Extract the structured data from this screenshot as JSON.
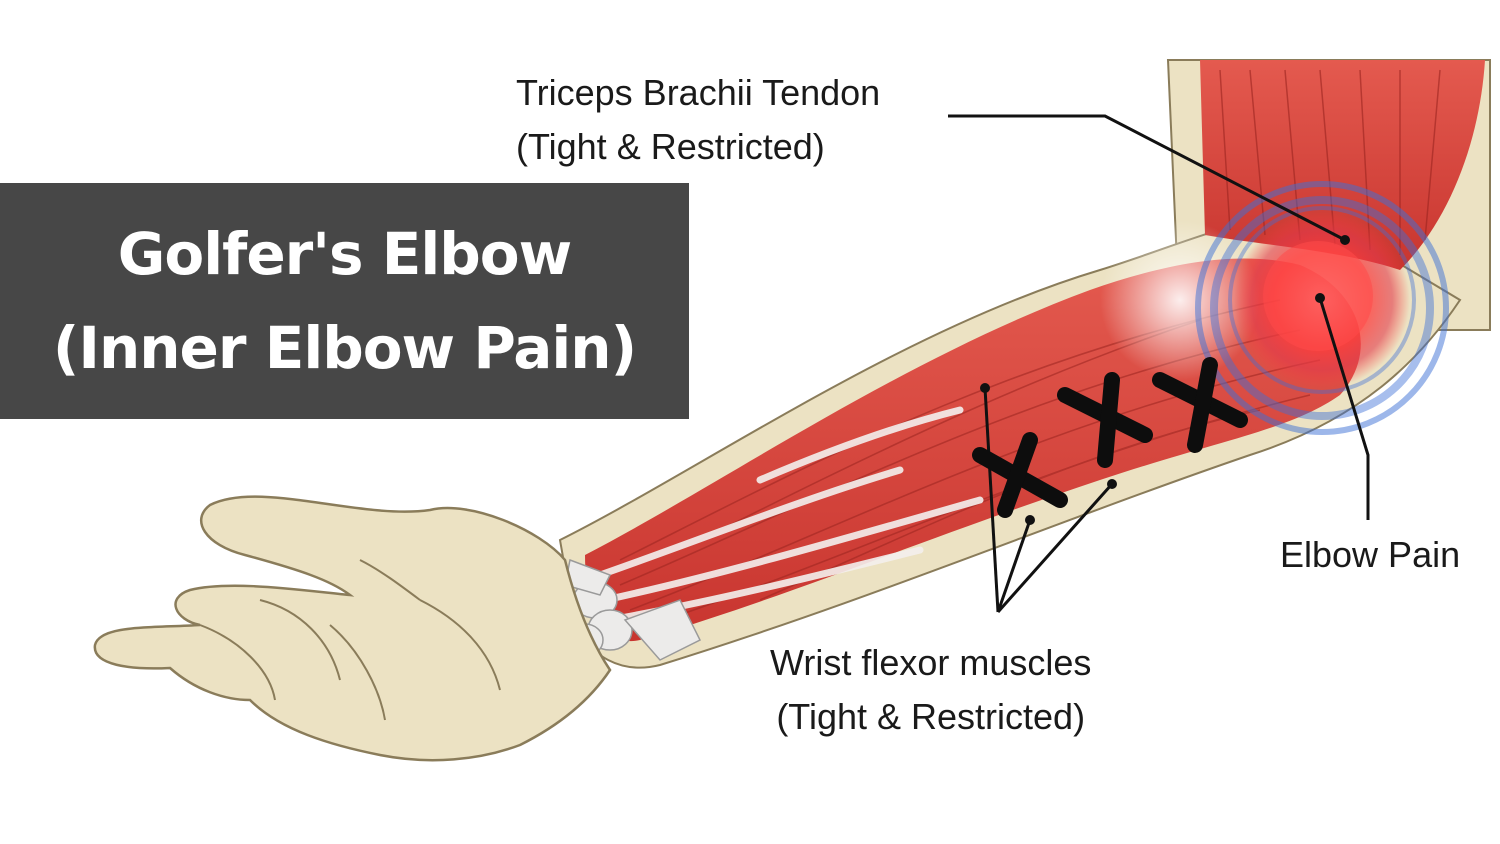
{
  "title": {
    "line1": "Golfer's Elbow",
    "line2": "(Inner Elbow Pain)"
  },
  "labels": {
    "triceps": {
      "line1": "Triceps Brachii Tendon",
      "line2": "(Tight & Restricted)"
    },
    "elbow_pain": "Elbow Pain",
    "wrist_flexors": {
      "line1": "Wrist flexor muscles",
      "line2": "(Tight & Restricted)"
    }
  },
  "marks": [
    "X",
    "X",
    "X"
  ],
  "colors": {
    "title_bg": "#474747",
    "muscle": "#d9463f",
    "skin": "#ece2c3",
    "pain_red": "#ff3b3b",
    "pain_blue": "#3b6fd6"
  }
}
